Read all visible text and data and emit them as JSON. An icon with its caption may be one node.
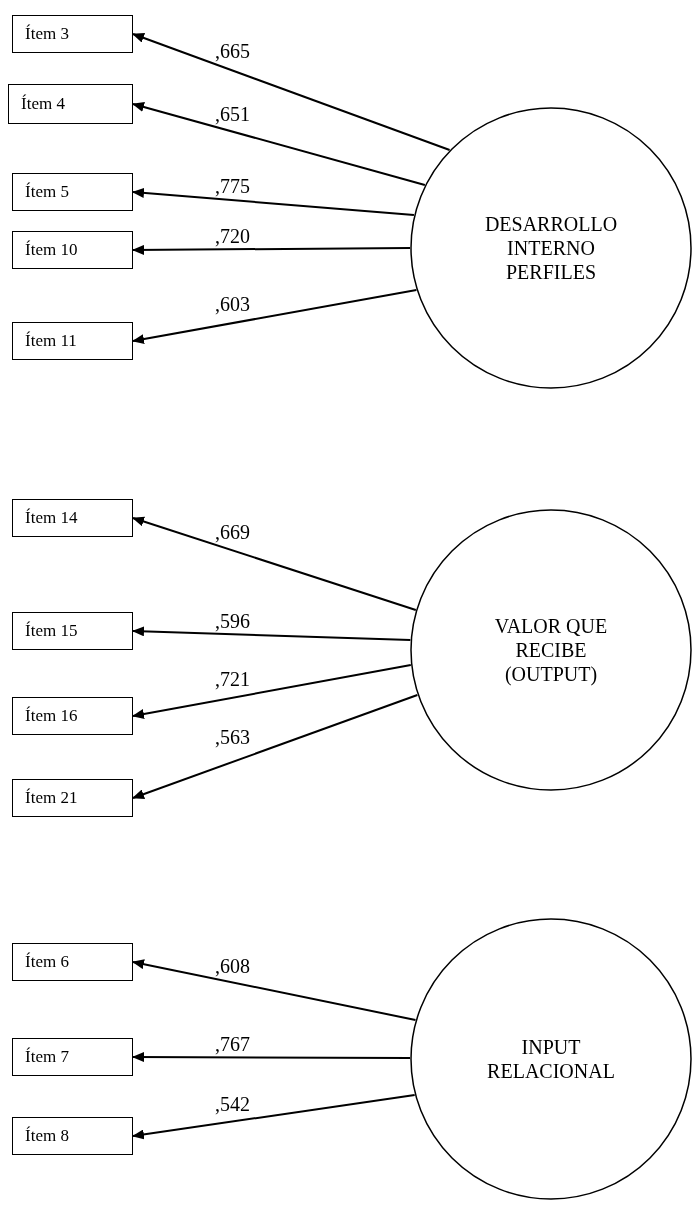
{
  "diagram": {
    "nodes": [
      {
        "text": [
          "DESARROLLO INTERNO PERFILES"
        ]
      },
      {
        "text": [
          "Ítem 3"
        ]
      },
      {
        "text": [
          "Ítem 4"
        ]
      },
      {
        "text": [
          "Ítem 5"
        ]
      },
      {
        "text": [
          "Ítem 10"
        ]
      },
      {
        "text": [
          "Ítem 11"
        ]
      },
      {
        "text": [
          "VALOR QUE RECIBE (OUTPUT)"
        ]
      },
      {
        "text": [
          "Ítem 14"
        ]
      },
      {
        "text": [
          "Ítem 15"
        ]
      },
      {
        "text": [
          "Ítem 16"
        ]
      },
      {
        "text": [
          "Ítem 21"
        ]
      },
      {
        "text": [
          "INPUT RELACIONAL"
        ]
      },
      {
        "text": [
          "Ítem 6"
        ]
      },
      {
        "text": [
          "Ítem 7"
        ]
      },
      {
        "text": [
          "Ítem 8"
        ]
      }
    ],
    "edges": [
      {
        "from": 0,
        "to": 1,
        "arrow": "to",
        "label": ",665"
      },
      {
        "from": 0,
        "to": 2,
        "arrow": "to",
        "label": ",651"
      },
      {
        "from": 0,
        "to": 3,
        "arrow": "to",
        "label": ",775"
      },
      {
        "from": 0,
        "to": 4,
        "arrow": "to",
        "label": ",720"
      },
      {
        "from": 0,
        "to": 5,
        "arrow": "to",
        "label": ",603"
      },
      {
        "from": 6,
        "to": 7,
        "arrow": "to",
        "label": ",669"
      },
      {
        "from": 6,
        "to": 8,
        "arrow": "to",
        "label": ",596"
      },
      {
        "from": 6,
        "to": 9,
        "arrow": "to",
        "label": ",721"
      },
      {
        "from": 6,
        "to": 10,
        "arrow": "to",
        "label": ",563"
      },
      {
        "from": 11,
        "to": 12,
        "arrow": "to",
        "label": ",608"
      },
      {
        "from": 11,
        "to": 13,
        "arrow": "to",
        "label": ",767"
      },
      {
        "from": 11,
        "to": 14,
        "arrow": "to",
        "label": ",542"
      }
    ]
  }
}
